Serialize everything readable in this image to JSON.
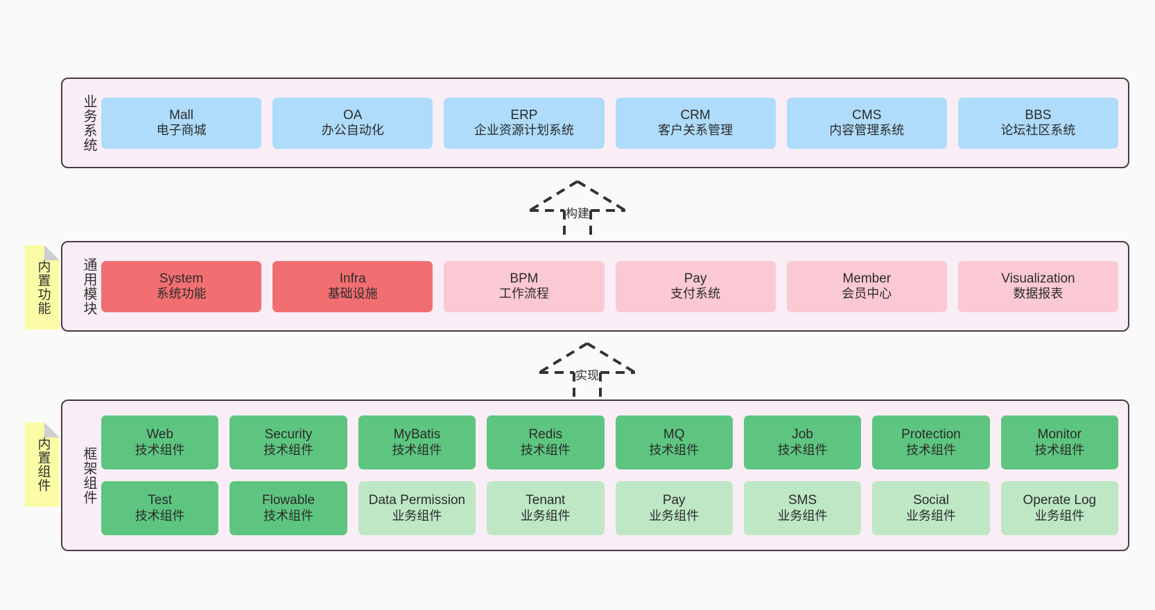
{
  "layers": [
    {
      "id": "business",
      "label": "业务系统",
      "rows": [
        {
          "cards": [
            {
              "title": "Mall",
              "subtitle": "电子商城",
              "style": "c-blue"
            },
            {
              "title": "OA",
              "subtitle": "办公自动化",
              "style": "c-blue"
            },
            {
              "title": "ERP",
              "subtitle": "企业资源计划系统",
              "style": "c-blue"
            },
            {
              "title": "CRM",
              "subtitle": "客户关系管理",
              "style": "c-blue"
            },
            {
              "title": "CMS",
              "subtitle": "内容管理系统",
              "style": "c-blue"
            },
            {
              "title": "BBS",
              "subtitle": "论坛社区系统",
              "style": "c-blue"
            }
          ]
        }
      ]
    },
    {
      "id": "modules",
      "label": "通用模块",
      "rows": [
        {
          "cards": [
            {
              "title": "System",
              "subtitle": "系统功能",
              "style": "c-red"
            },
            {
              "title": "Infra",
              "subtitle": "基础设施",
              "style": "c-red"
            },
            {
              "title": "BPM",
              "subtitle": "工作流程",
              "style": "c-pink"
            },
            {
              "title": "Pay",
              "subtitle": "支付系统",
              "style": "c-pink"
            },
            {
              "title": "Member",
              "subtitle": "会员中心",
              "style": "c-pink"
            },
            {
              "title": "Visualization",
              "subtitle": "数据报表",
              "style": "c-pink"
            }
          ]
        }
      ]
    },
    {
      "id": "framework",
      "label": "框架组件",
      "rows": [
        {
          "cards": [
            {
              "title": "Web",
              "subtitle": "技术组件",
              "style": "c-green"
            },
            {
              "title": "Security",
              "subtitle": "技术组件",
              "style": "c-green"
            },
            {
              "title": "MyBatis",
              "subtitle": "技术组件",
              "style": "c-green"
            },
            {
              "title": "Redis",
              "subtitle": "技术组件",
              "style": "c-green"
            },
            {
              "title": "MQ",
              "subtitle": "技术组件",
              "style": "c-green"
            },
            {
              "title": "Job",
              "subtitle": "技术组件",
              "style": "c-green"
            },
            {
              "title": "Protection",
              "subtitle": "技术组件",
              "style": "c-green"
            },
            {
              "title": "Monitor",
              "subtitle": "技术组件",
              "style": "c-green"
            }
          ]
        },
        {
          "cards": [
            {
              "title": "Test",
              "subtitle": "技术组件",
              "style": "c-green"
            },
            {
              "title": "Flowable",
              "subtitle": "技术组件",
              "style": "c-green"
            },
            {
              "title": "Data Permission",
              "subtitle": "业务组件",
              "style": "c-greenlight"
            },
            {
              "title": "Tenant",
              "subtitle": "业务组件",
              "style": "c-greenlight"
            },
            {
              "title": "Pay",
              "subtitle": "业务组件",
              "style": "c-greenlight"
            },
            {
              "title": "SMS",
              "subtitle": "业务组件",
              "style": "c-greenlight"
            },
            {
              "title": "Social",
              "subtitle": "业务组件",
              "style": "c-greenlight"
            },
            {
              "title": "Operate Log",
              "subtitle": "业务组件",
              "style": "c-greenlight"
            }
          ]
        }
      ]
    }
  ],
  "notes": [
    {
      "id": "builtin-function",
      "text": "内置功能"
    },
    {
      "id": "builtin-component",
      "text": "内置组件"
    }
  ],
  "arrows": [
    {
      "id": "build",
      "label": "构建"
    },
    {
      "id": "implement",
      "label": "实现"
    }
  ],
  "colors": {
    "canvas": "#FAFAFA",
    "layer_background": "#FAEEF6",
    "layer_border": "#4A3945",
    "business_card": "#AEDCFA",
    "module_core": "#F26F71",
    "module_optional": "#FBC9D3",
    "framework_tech": "#5DC57F",
    "framework_business": "#BEE7C5",
    "note": "#FCFBA6",
    "note_fold": "#CFCFCF",
    "connector": "#333333"
  }
}
